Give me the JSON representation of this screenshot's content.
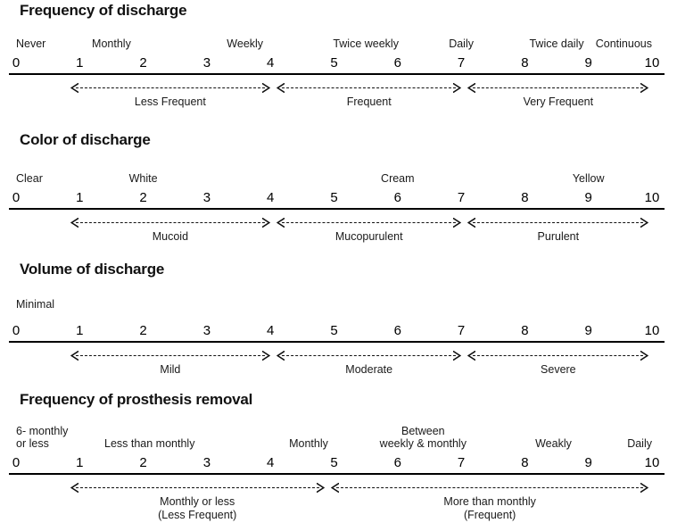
{
  "figure": {
    "type": "diagram",
    "description": "Four 0-10 numeric rating scales describing discharge characteristics and prosthesis removal frequency",
    "axis": {
      "min": 0,
      "max": 10,
      "ticks": [
        "0",
        "1",
        "2",
        "3",
        "4",
        "5",
        "6",
        "7",
        "8",
        "9",
        "10"
      ]
    }
  },
  "sections": [
    {
      "id": "frequency-of-discharge",
      "title": "Frequency of discharge",
      "ticks": [
        "0",
        "1",
        "2",
        "3",
        "4",
        "5",
        "6",
        "7",
        "8",
        "9",
        "10"
      ],
      "anchors": [
        {
          "label": "Never",
          "at": 0,
          "align": "left"
        },
        {
          "label": "Monthly",
          "at": 1.5,
          "align": "center"
        },
        {
          "label": "Weekly",
          "at": 3.6,
          "align": "center"
        },
        {
          "label": "Twice weekly",
          "at": 5.5,
          "align": "center"
        },
        {
          "label": "Daily",
          "at": 7,
          "align": "center"
        },
        {
          "label": "Twice daily",
          "at": 8.5,
          "align": "center"
        },
        {
          "label": "Continuous",
          "at": 10,
          "align": "right"
        }
      ],
      "ranges": [
        {
          "label": "Less Frequent",
          "from": 0.85,
          "to": 4.0
        },
        {
          "label": "Frequent",
          "from": 4.1,
          "to": 7.0
        },
        {
          "label": "Very Frequent",
          "from": 7.1,
          "to": 9.95
        }
      ]
    },
    {
      "id": "color-of-discharge",
      "title": "Color of discharge",
      "ticks": [
        "0",
        "1",
        "2",
        "3",
        "4",
        "5",
        "6",
        "7",
        "8",
        "9",
        "10"
      ],
      "anchors": [
        {
          "label": "Clear",
          "at": 0,
          "align": "left"
        },
        {
          "label": "White",
          "at": 2,
          "align": "center"
        },
        {
          "label": "Cream",
          "at": 6,
          "align": "center"
        },
        {
          "label": "Yellow",
          "at": 9,
          "align": "center"
        }
      ],
      "ranges": [
        {
          "label": "Mucoid",
          "from": 0.85,
          "to": 4.0
        },
        {
          "label": "Mucopurulent",
          "from": 4.1,
          "to": 7.0
        },
        {
          "label": "Purulent",
          "from": 7.1,
          "to": 9.95
        }
      ]
    },
    {
      "id": "volume-of-discharge",
      "title": "Volume of discharge",
      "ticks": [
        "0",
        "1",
        "2",
        "3",
        "4",
        "5",
        "6",
        "7",
        "8",
        "9",
        "10"
      ],
      "anchors": [
        {
          "label": "Minimal",
          "at": 0,
          "align": "left"
        }
      ],
      "ranges": [
        {
          "label": "Mild",
          "from": 0.85,
          "to": 4.0
        },
        {
          "label": "Moderate",
          "from": 4.1,
          "to": 7.0
        },
        {
          "label": "Severe",
          "from": 7.1,
          "to": 9.95
        }
      ]
    },
    {
      "id": "frequency-of-prosthesis-removal",
      "title": "Frequency of prosthesis removal",
      "ticks": [
        "0",
        "1",
        "2",
        "3",
        "4",
        "5",
        "6",
        "7",
        "8",
        "9",
        "10"
      ],
      "anchors": [
        {
          "label": "6- monthly\nor less",
          "at": 0,
          "align": "left"
        },
        {
          "label": "Less than monthly",
          "at": 2.1,
          "align": "center"
        },
        {
          "label": "Monthly",
          "at": 4.6,
          "align": "center"
        },
        {
          "label": "Between\nweekly &  monthly",
          "at": 6.4,
          "align": "center"
        },
        {
          "label": "Weakly",
          "at": 8.45,
          "align": "center"
        },
        {
          "label": "Daily",
          "at": 10,
          "align": "right"
        }
      ],
      "ranges": [
        {
          "label": "Monthly or less\n(Less Frequent)",
          "from": 0.85,
          "to": 4.85
        },
        {
          "label": "More than monthly\n(Frequent)",
          "from": 4.95,
          "to": 9.95
        }
      ]
    }
  ]
}
